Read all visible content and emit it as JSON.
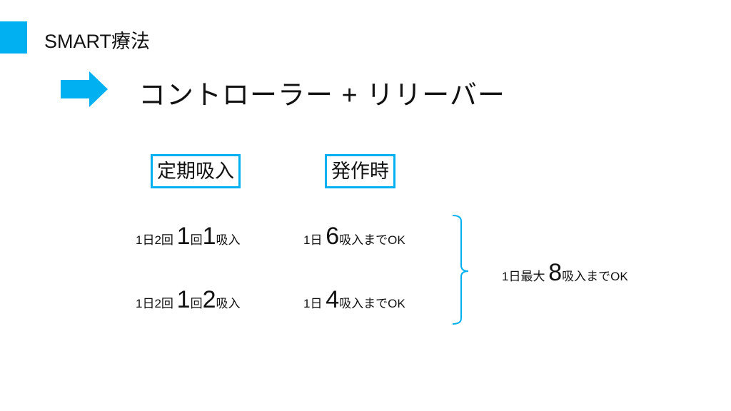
{
  "header": {
    "title": "SMART療法"
  },
  "subtitle": "コントローラー + リリーバー",
  "columns": {
    "regular": "定期吸入",
    "attack": "発作時"
  },
  "rows": [
    {
      "regular": {
        "pre": "1日2回 ",
        "n1": "1",
        "mid": "回",
        "n2": "1",
        "post": "吸入"
      },
      "attack": {
        "pre": "1日 ",
        "n": "6",
        "post": "吸入までOK"
      }
    },
    {
      "regular": {
        "pre": "1日2回 ",
        "n1": "1",
        "mid": "回",
        "n2": "2",
        "post": "吸入"
      },
      "attack": {
        "pre": "1日 ",
        "n": "4",
        "post": "吸入までOK"
      }
    }
  ],
  "total": {
    "pre": "1日最大 ",
    "n": "8",
    "post": "吸入までOK"
  },
  "colors": {
    "accent": "#00B0F0"
  }
}
